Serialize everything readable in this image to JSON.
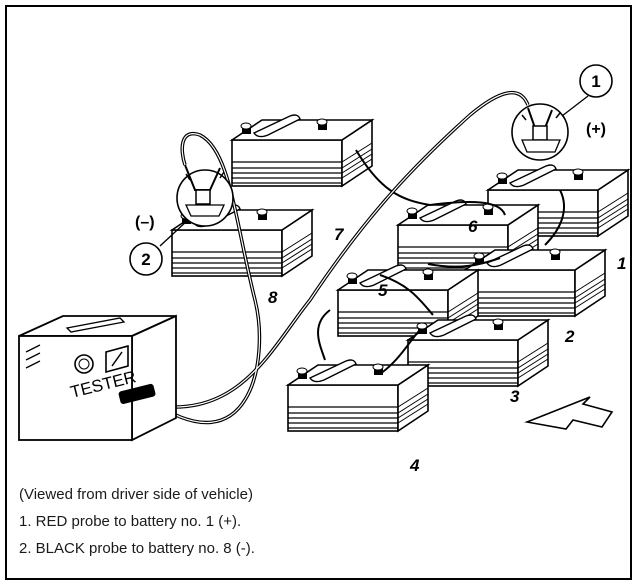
{
  "diagram": {
    "tester_label": "TESTER",
    "callouts": [
      {
        "number": "1",
        "sign": "(+)"
      },
      {
        "number": "2",
        "sign": "(–)"
      }
    ],
    "battery_numbers": [
      "1",
      "2",
      "3",
      "4",
      "5",
      "6",
      "7",
      "8"
    ]
  },
  "captions": [
    "(Viewed from driver side of vehicle)",
    "1. RED probe to battery no. 1 (+).",
    "2. BLACK probe to battery no. 8 (-)."
  ]
}
